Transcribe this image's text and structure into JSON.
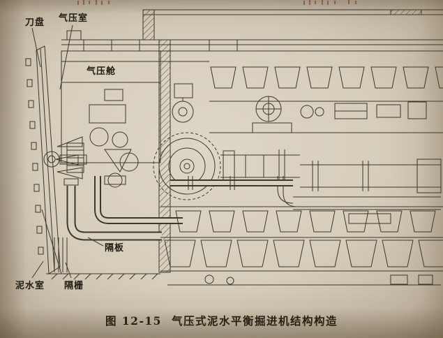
{
  "figure": {
    "caption_prefix": "图 12-15",
    "caption_title": "气压式泥水平衡掘进机结构构造",
    "labels": {
      "cutterhead": "刀盘",
      "air_chamber": "气压室",
      "air_cabin": "气压舱",
      "partition": "隔板",
      "slurry_chamber": "泥水室",
      "grille": "隔栅"
    },
    "line_color": "#3c382e",
    "paper_color": "#d8d0c0",
    "red_print_color": "#a8564a"
  }
}
